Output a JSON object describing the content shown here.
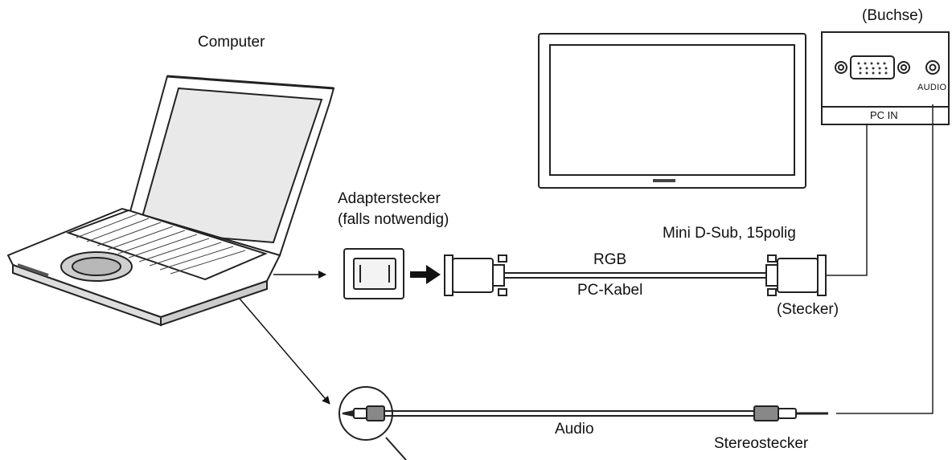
{
  "labels": {
    "computer": "Computer",
    "adapter_line1": "Adapterstecker",
    "adapter_line2": "(falls notwendig)",
    "mini_dsub": "Mini D-Sub, 15polig",
    "rgb": "RGB",
    "pc_cable": "PC-Kabel",
    "plug": "(Stecker)",
    "socket": "(Buchse)",
    "audio_port": "AUDIO",
    "pc_in": "PC IN",
    "audio_cable": "Audio",
    "stereo_plug": "Stereostecker"
  },
  "icons": [
    "laptop-icon",
    "monitor-icon",
    "terminal-panel-icon",
    "adapter-plug-icon",
    "vga-connector-icon",
    "stereo-jack-icon"
  ]
}
